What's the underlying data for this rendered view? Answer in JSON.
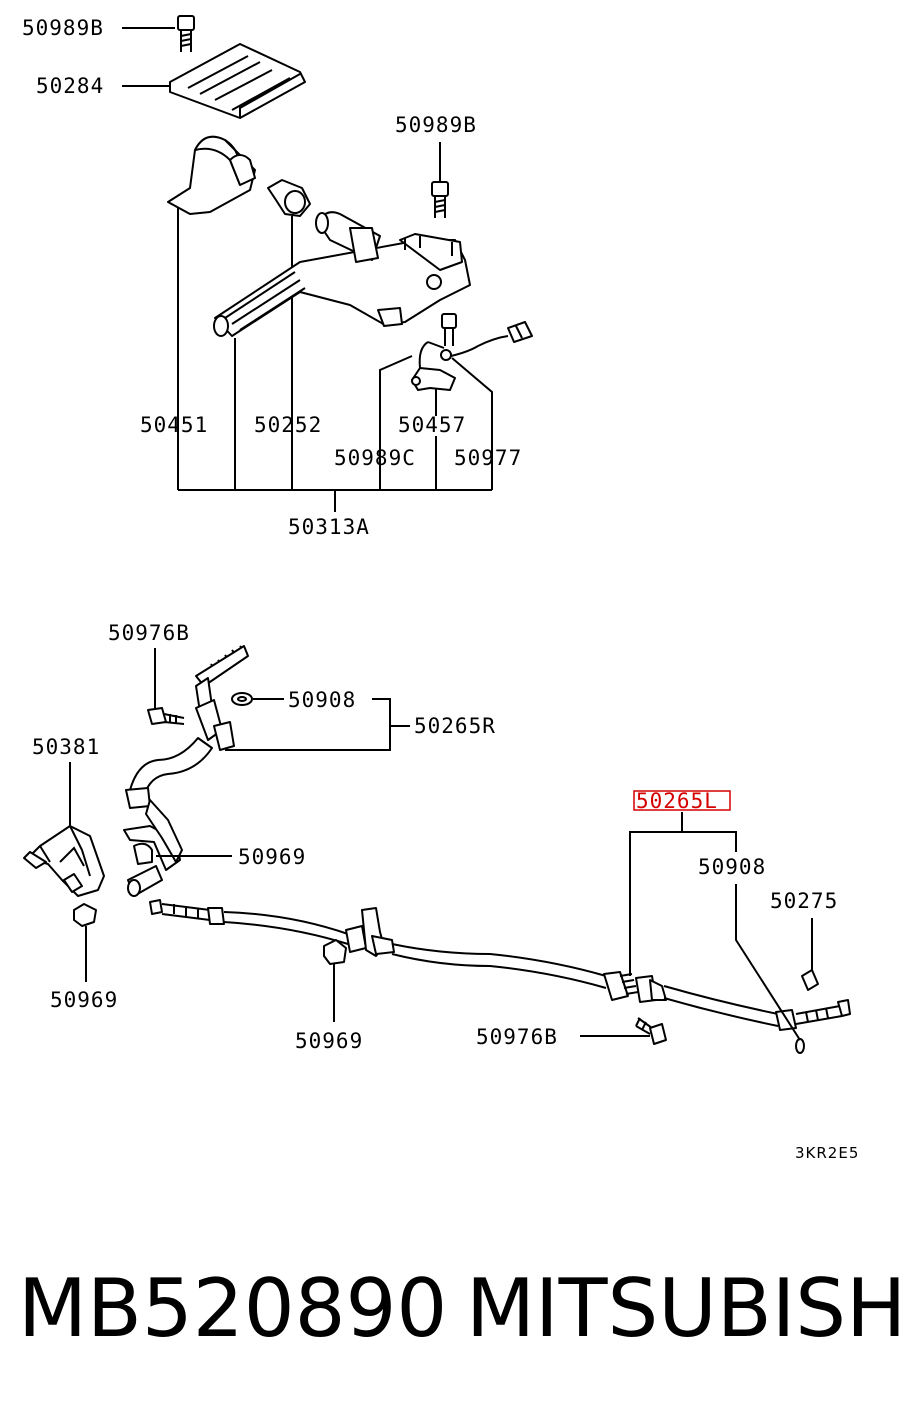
{
  "labels": {
    "l50989b_top": "50989B",
    "l50284": "50284",
    "l50989b_mid": "50989B",
    "l50451": "50451",
    "l50252": "50252",
    "l50457": "50457",
    "l50989c": "50989C",
    "l50977": "50977",
    "l50313a": "50313A",
    "l50976b_top": "50976B",
    "l50908_top": "50908",
    "l50265r": "50265R",
    "l50381": "50381",
    "l50969_mid": "50969",
    "l50969_left": "50969",
    "l50969_bottom": "50969",
    "l50265l": "50265L",
    "l50908_right": "50908",
    "l50275": "50275",
    "l50976b_bottom": "50976B",
    "diagram_code": "3KR2E5"
  },
  "footer": {
    "part_number": "MB520890",
    "brand": "MITSUBISHI"
  },
  "colors": {
    "highlight": "#d40000",
    "line": "#000000"
  }
}
